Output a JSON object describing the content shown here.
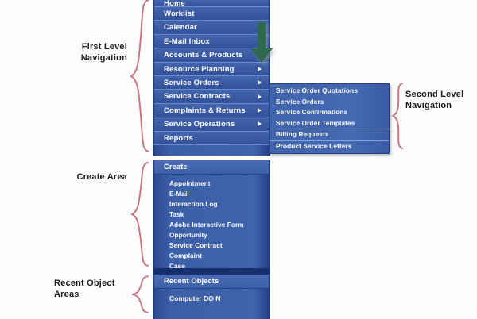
{
  "colors": {
    "panel_blue": "#3f63ac",
    "panel_blue_dark": "#27408a",
    "panel_border": "#1d3474",
    "separator": "#6c8bc8",
    "text": "#ffffff",
    "callout_text": "#1a1a1a",
    "brace": "#c8727e",
    "arrow_green": "#2e6b4f"
  },
  "callouts": {
    "first_level": "First Level\nNavigation",
    "second_level": "Second Level\nNavigation",
    "create_area": "Create Area",
    "recent_object_areas": "Recent Object\nAreas"
  },
  "first_level_nav": {
    "items": [
      {
        "label": "Home",
        "has_submenu": false,
        "clipped": true
      },
      {
        "label": "Worklist",
        "has_submenu": false
      },
      {
        "label": "Calendar",
        "has_submenu": false
      },
      {
        "label": "E-Mail Inbox",
        "has_submenu": false
      },
      {
        "label": "Accounts & Products",
        "has_submenu": true
      },
      {
        "label": "Resource Planning",
        "has_submenu": true
      },
      {
        "label": "Service Orders",
        "has_submenu": true
      },
      {
        "label": "Service Contracts",
        "has_submenu": true
      },
      {
        "label": "Complaints & Returns",
        "has_submenu": true
      },
      {
        "label": "Service Operations",
        "has_submenu": true
      },
      {
        "label": "Reports",
        "has_submenu": false
      }
    ]
  },
  "second_level_nav": {
    "parent": "Service Orders",
    "items": [
      "Service Order Quotations",
      "Service Orders",
      "Service Confirmations",
      "Service Order Templates",
      "Billing Requests",
      "Product Service Letters"
    ]
  },
  "create_area": {
    "header": "Create",
    "items": [
      "Appointment",
      "E-Mail",
      "Interaction Log",
      "Task",
      "Adobe Interactive Form",
      "Opportunity",
      "Service Contract",
      "Complaint",
      "Case"
    ]
  },
  "recent_objects": {
    "header": "Recent Objects",
    "items": [
      "Computer DO N"
    ]
  }
}
